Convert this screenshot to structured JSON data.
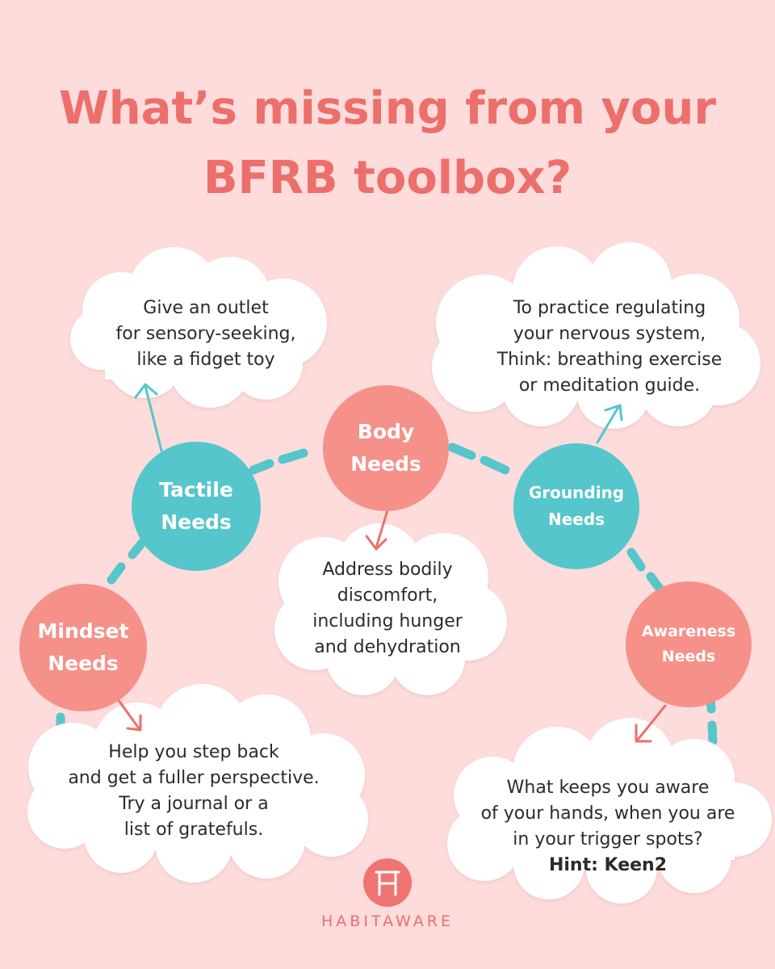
{
  "title": {
    "line1": "What’s missing from your",
    "line2": "BFRB toolbox?"
  },
  "nodes": {
    "tactile": {
      "line1": "Tactile",
      "line2": "Needs"
    },
    "body": {
      "line1": "Body",
      "line2": "Needs"
    },
    "grounding": {
      "line1": "Grounding",
      "line2": "Needs"
    },
    "mindset": {
      "line1": "Mindset",
      "line2": "Needs"
    },
    "awareness": {
      "line1": "Awareness",
      "line2": "Needs"
    }
  },
  "clouds": {
    "tactile": [
      "Give an outlet",
      "for sensory-seeking,",
      "like a fidget toy"
    ],
    "grounding": [
      "To practice regulating",
      "your nervous system,",
      "Think: breathing exercise",
      "or meditation guide."
    ],
    "body": [
      "Address bodily",
      "discomfort,",
      "including hunger",
      "and dehydration"
    ],
    "mindset": [
      "Help you step back",
      "and get a fuller perspective.",
      "Try a  journal or a",
      "list of gratefuls."
    ],
    "awareness": [
      "What keeps you aware",
      "of your hands, when you are",
      "in your trigger spots?"
    ],
    "awareness_hint": "Hint: Keen2"
  },
  "brand": {
    "name": "HABITAWARE"
  },
  "colors": {
    "background": "#fddcdb",
    "coral": "#f59189",
    "teal": "#55c6cb",
    "title": "#ec6f6c",
    "cloud": "#ffffff"
  }
}
